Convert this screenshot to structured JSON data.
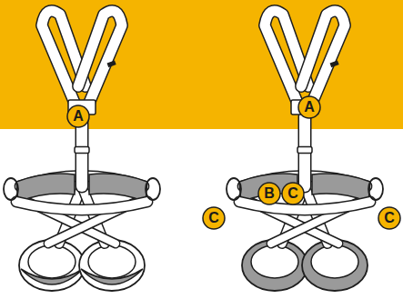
{
  "diagram": {
    "labels": [
      "A",
      "A",
      "B",
      "C",
      "C",
      "C"
    ]
  }
}
